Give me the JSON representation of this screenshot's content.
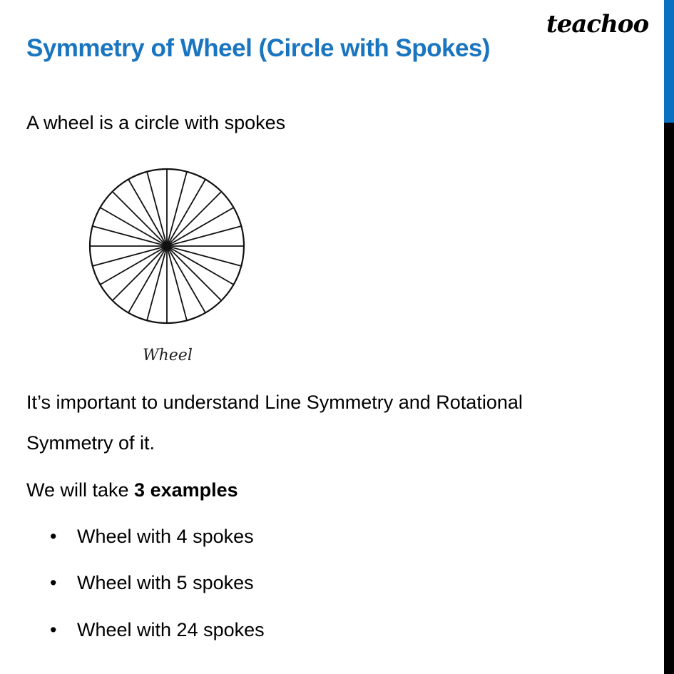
{
  "brand": {
    "logo_text": "teachoo",
    "accent_color": "#1a75c0"
  },
  "slide": {
    "title": "Symmetry of Wheel (Circle with Spokes)",
    "intro": "A wheel is a circle with spokes",
    "figure": {
      "caption": "Wheel",
      "spokes": 24
    },
    "line1": "It’s important to understand Line Symmetry and Rotational",
    "line2": "Symmetry of it.",
    "line3_prefix": "We will take ",
    "line3_bold": "3 examples",
    "bullets": [
      {
        "marker": "•",
        "text": "Wheel with 4 spokes"
      },
      {
        "marker": "•",
        "text": "Wheel with 5 spokes"
      },
      {
        "marker": "•",
        "text": "Wheel with 24 spokes"
      }
    ]
  },
  "side_bar": {
    "top_color": "#0a70c0",
    "bottom_color": "#000000"
  }
}
